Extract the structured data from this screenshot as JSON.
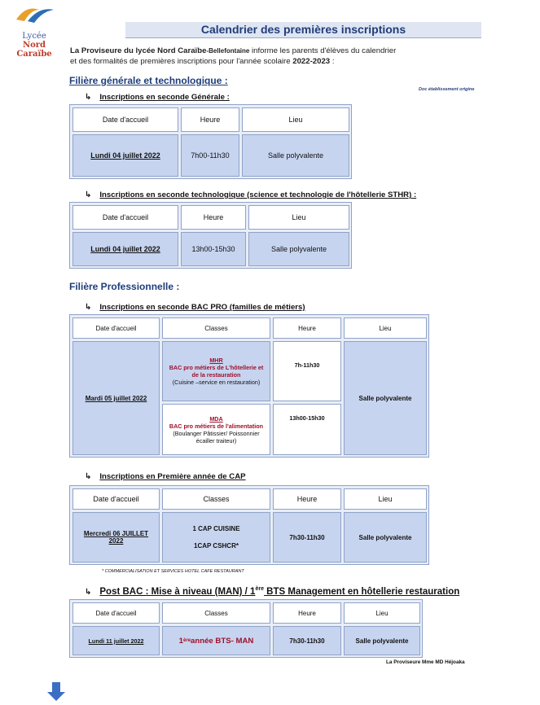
{
  "logo": {
    "line1": "Lycée",
    "line2": "Nord Caraïbe"
  },
  "title": "Calendrier des premières inscriptions",
  "intro": {
    "part1": "La Proviseure du lycée Nord Caraïbe",
    "part2": "-Bellefontaine",
    "part3": " informe les parents d'élèves du calendrier",
    "part4": "et des formalités de premières inscriptions pour l'année scolaire ",
    "year": "2022-2023",
    "part5": " :"
  },
  "note_doc": "Doc établissement origine",
  "sections": {
    "gen": {
      "title": "Filière générale et technologique :",
      "sub1": {
        "title": "Inscriptions en seconde Générale :",
        "headers": [
          "Date d'accueil",
          "Heure",
          "Lieu"
        ],
        "row": [
          "Lundi 04 juillet 2022",
          "7h00-11h30",
          "Salle polyvalente"
        ]
      },
      "sub2": {
        "title": "Inscriptions en seconde technologique (science et technologie de l'hôtellerie STHR) :",
        "headers": [
          "Date d'accueil",
          "Heure",
          "Lieu"
        ],
        "row": [
          "Lundi 04 juillet 2022",
          "13h00-15h30",
          "Salle polyvalente"
        ]
      }
    },
    "pro": {
      "title": "Filière Professionnelle :",
      "sub1": {
        "title": "Inscriptions en seconde BAC PRO (familles de métiers)",
        "headers": [
          "Date d'accueil",
          "Classes",
          "Heure",
          "Lieu"
        ],
        "date": "Mardi  05 juillet 2022",
        "mhr": {
          "code": "MHR",
          "name": "BAC pro métiers de L'hôtellerie et de la restauration",
          "detail": "(Cuisine –service en restauration)",
          "time": "7h-11h30"
        },
        "mda": {
          "code": "MDA",
          "name": "BAC pro métiers de l'alimentation",
          "detail": "(Boulanger Pâtissier/ Poissonnier écailler traiteur)",
          "time": "13h00-15h30"
        },
        "place": "Salle polyvalente"
      },
      "sub2": {
        "title": "Inscriptions en Première année de CAP",
        "headers": [
          "Date d'accueil",
          "Classes",
          "Heure",
          "Lieu"
        ],
        "date": "Mercredi 06 JUILLET 2022",
        "class1": "1 CAP CUISINE",
        "class2": "1CAP CSHCR*",
        "time": "7h30-11h30",
        "place": "Salle polyvalente",
        "footnote": "*  COMMERCIALISATION ET SERVICES HOTEL CAFE RESTAURANT"
      },
      "sub3": {
        "title_a": "Post BAC : Mise à niveau (MAN) / 1",
        "title_sup": "ère",
        "title_b": " BTS Management en hôtellerie restauration",
        "headers": [
          "Date d'accueil",
          "Classes",
          "Heure",
          "Lieu"
        ],
        "date": "Lundi 11 juillet 2022",
        "class_a": "1",
        "class_sup": "ère",
        "class_b": " année BTS- MAN",
        "time": "7h30-11h30",
        "place": "Salle polyvalente"
      }
    }
  },
  "signature": "La Proviseure Mme MD Héjoaka",
  "colors": {
    "title": "#1f3d7a",
    "cell_blue": "#c7d4ef",
    "border": "#8fa3c8",
    "red": "#a0102a"
  },
  "icons": [
    "arrow-bullet-icon",
    "download-arrow-icon"
  ]
}
